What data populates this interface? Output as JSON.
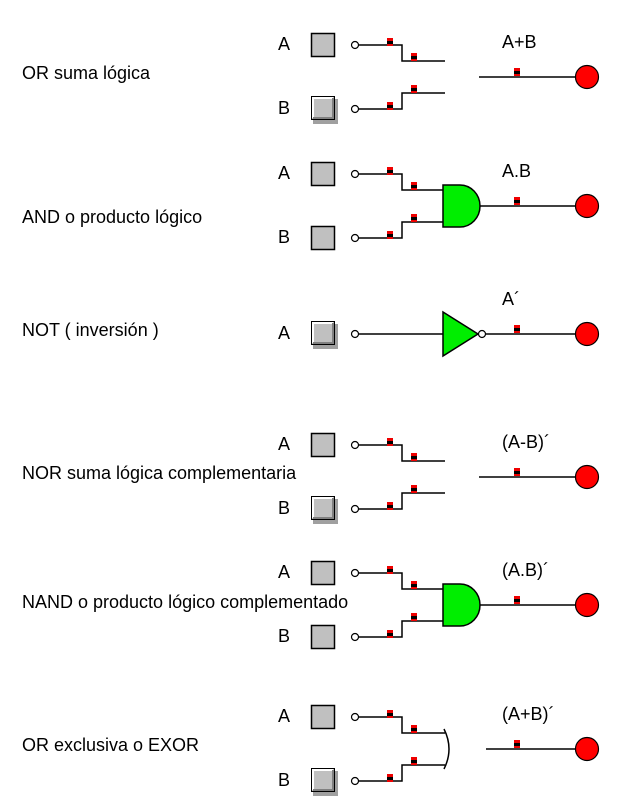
{
  "colors": {
    "gate": "#00ee00",
    "led": "#ff0000",
    "switch": "#c0c0c0",
    "marker": "#ee0000"
  },
  "circuits": [
    {
      "title": "OR suma lógica",
      "gate": "or",
      "inputs": [
        {
          "label": "A",
          "switch_style": "flat"
        },
        {
          "label": "B",
          "switch_style": "raised"
        }
      ],
      "output": "A+B"
    },
    {
      "title": "AND o producto lógico",
      "gate": "and",
      "inputs": [
        {
          "label": "A",
          "switch_style": "flat"
        },
        {
          "label": "B",
          "switch_style": "flat"
        }
      ],
      "output": "A.B"
    },
    {
      "title": "NOT  ( inversión )",
      "gate": "not",
      "inputs": [
        {
          "label": "A",
          "switch_style": "raised"
        }
      ],
      "output": "A´"
    },
    {
      "title": "NOR suma lógica complementaria",
      "gate": "or",
      "inputs": [
        {
          "label": "A",
          "switch_style": "flat"
        },
        {
          "label": "B",
          "switch_style": "raised"
        }
      ],
      "output": "(A-B)´"
    },
    {
      "title": "NAND o producto lógico complementado",
      "gate": "and",
      "inputs": [
        {
          "label": "A",
          "switch_style": "flat"
        },
        {
          "label": "B",
          "switch_style": "flat"
        }
      ],
      "output": "(A.B)´"
    },
    {
      "title": "OR exclusiva o EXOR",
      "gate": "xor",
      "inputs": [
        {
          "label": "A",
          "switch_style": "flat"
        },
        {
          "label": "B",
          "switch_style": "raised"
        }
      ],
      "output": "(A+B)´"
    }
  ]
}
